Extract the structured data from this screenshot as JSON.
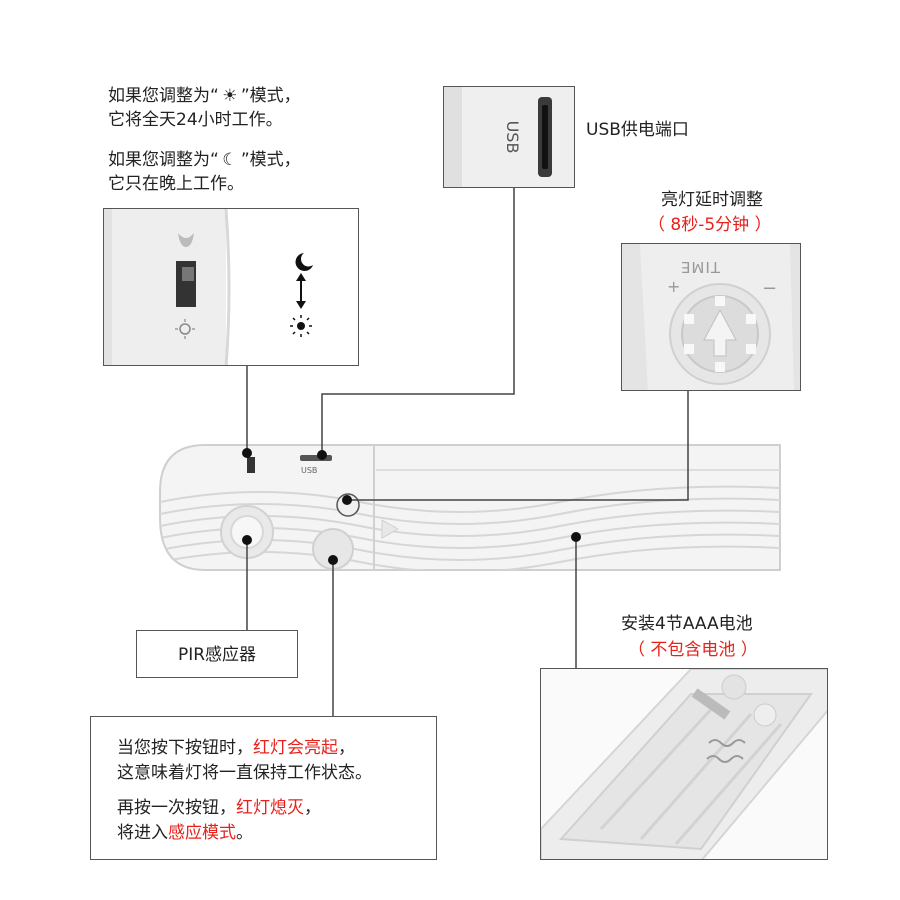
{
  "mode_day": {
    "prefix": "如果您调整为“",
    "suffix": "”模式，",
    "line2": "它将全天24小时工作。"
  },
  "mode_night": {
    "prefix": "如果您调整为“",
    "suffix": "”模式，",
    "line2": "它只在晚上工作。"
  },
  "usb": {
    "label": "USB供电端口",
    "port_text": "USB"
  },
  "delay": {
    "label": "亮灯延时调整",
    "range": "（ 8秒-5分钟 ）",
    "dial_text": "TIME"
  },
  "device": {
    "usb_text": "USB"
  },
  "pir": {
    "label": "PIR感应器"
  },
  "battery": {
    "label": "安装4节AAA电池",
    "note": "（ 不包含电池 ）"
  },
  "button_info": {
    "p1_a": "当您按下按钮时，",
    "p1_red": "红灯会亮起",
    "p1_b": "，",
    "p1_line2": "这意味着灯将一直保持工作状态。",
    "p2_a": "再按一次按钮，",
    "p2_red": "红灯熄灭",
    "p2_b": "，",
    "p3_a": "将进入",
    "p3_red": "感应模式",
    "p3_b": "。"
  },
  "colors": {
    "accent_red": "#e8211b",
    "line": "#444444",
    "device_body": "#f4f4f4"
  }
}
